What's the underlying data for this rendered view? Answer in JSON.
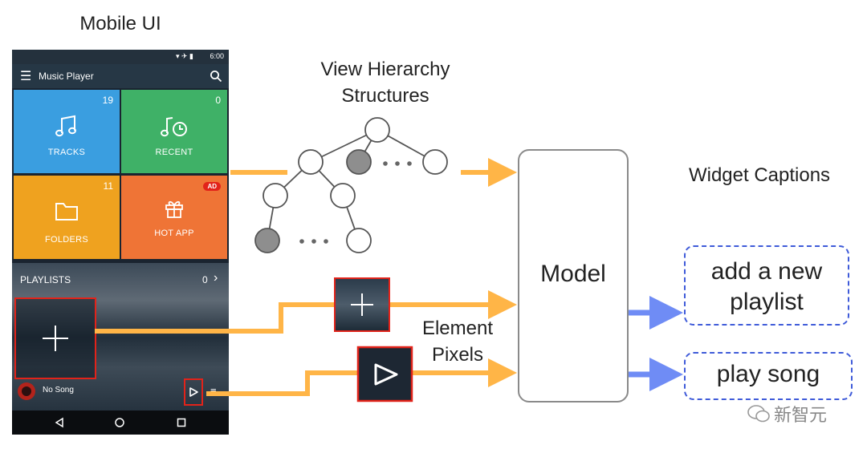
{
  "labels": {
    "mobile_ui": "Mobile UI",
    "view_hierarchy_line1": "View Hierarchy",
    "view_hierarchy_line2": "Structures",
    "element_pixels_line1": "Element",
    "element_pixels_line2": "Pixels",
    "model": "Model",
    "widget_captions": "Widget Captions"
  },
  "captions": [
    "add a new playlist",
    "play song"
  ],
  "phone": {
    "status_time": "6:00",
    "app_title": "Music Player",
    "tiles": [
      {
        "name": "TRACKS",
        "count": "19",
        "color": "#3a9ee0",
        "icon": "music-note-icon"
      },
      {
        "name": "RECENT",
        "count": "0",
        "color": "#3fb167",
        "icon": "recent-music-icon"
      },
      {
        "name": "FOLDERS",
        "count": "11",
        "color": "#efa21f",
        "icon": "folder-icon"
      },
      {
        "name": "HOT APP",
        "badge": "AD",
        "color": "#ef7436",
        "icon": "gift-icon"
      }
    ],
    "playlists_label": "PLAYLISTS",
    "playlists_count": "0",
    "now_playing": "No Song"
  },
  "watermark": "新智元",
  "colors": {
    "arrow_orange": "#ffb547",
    "arrow_blue": "#6f8cf5",
    "highlight_red": "#e2231a",
    "caption_border": "#3f5bd9",
    "node_filled": "#8e8e8e"
  }
}
